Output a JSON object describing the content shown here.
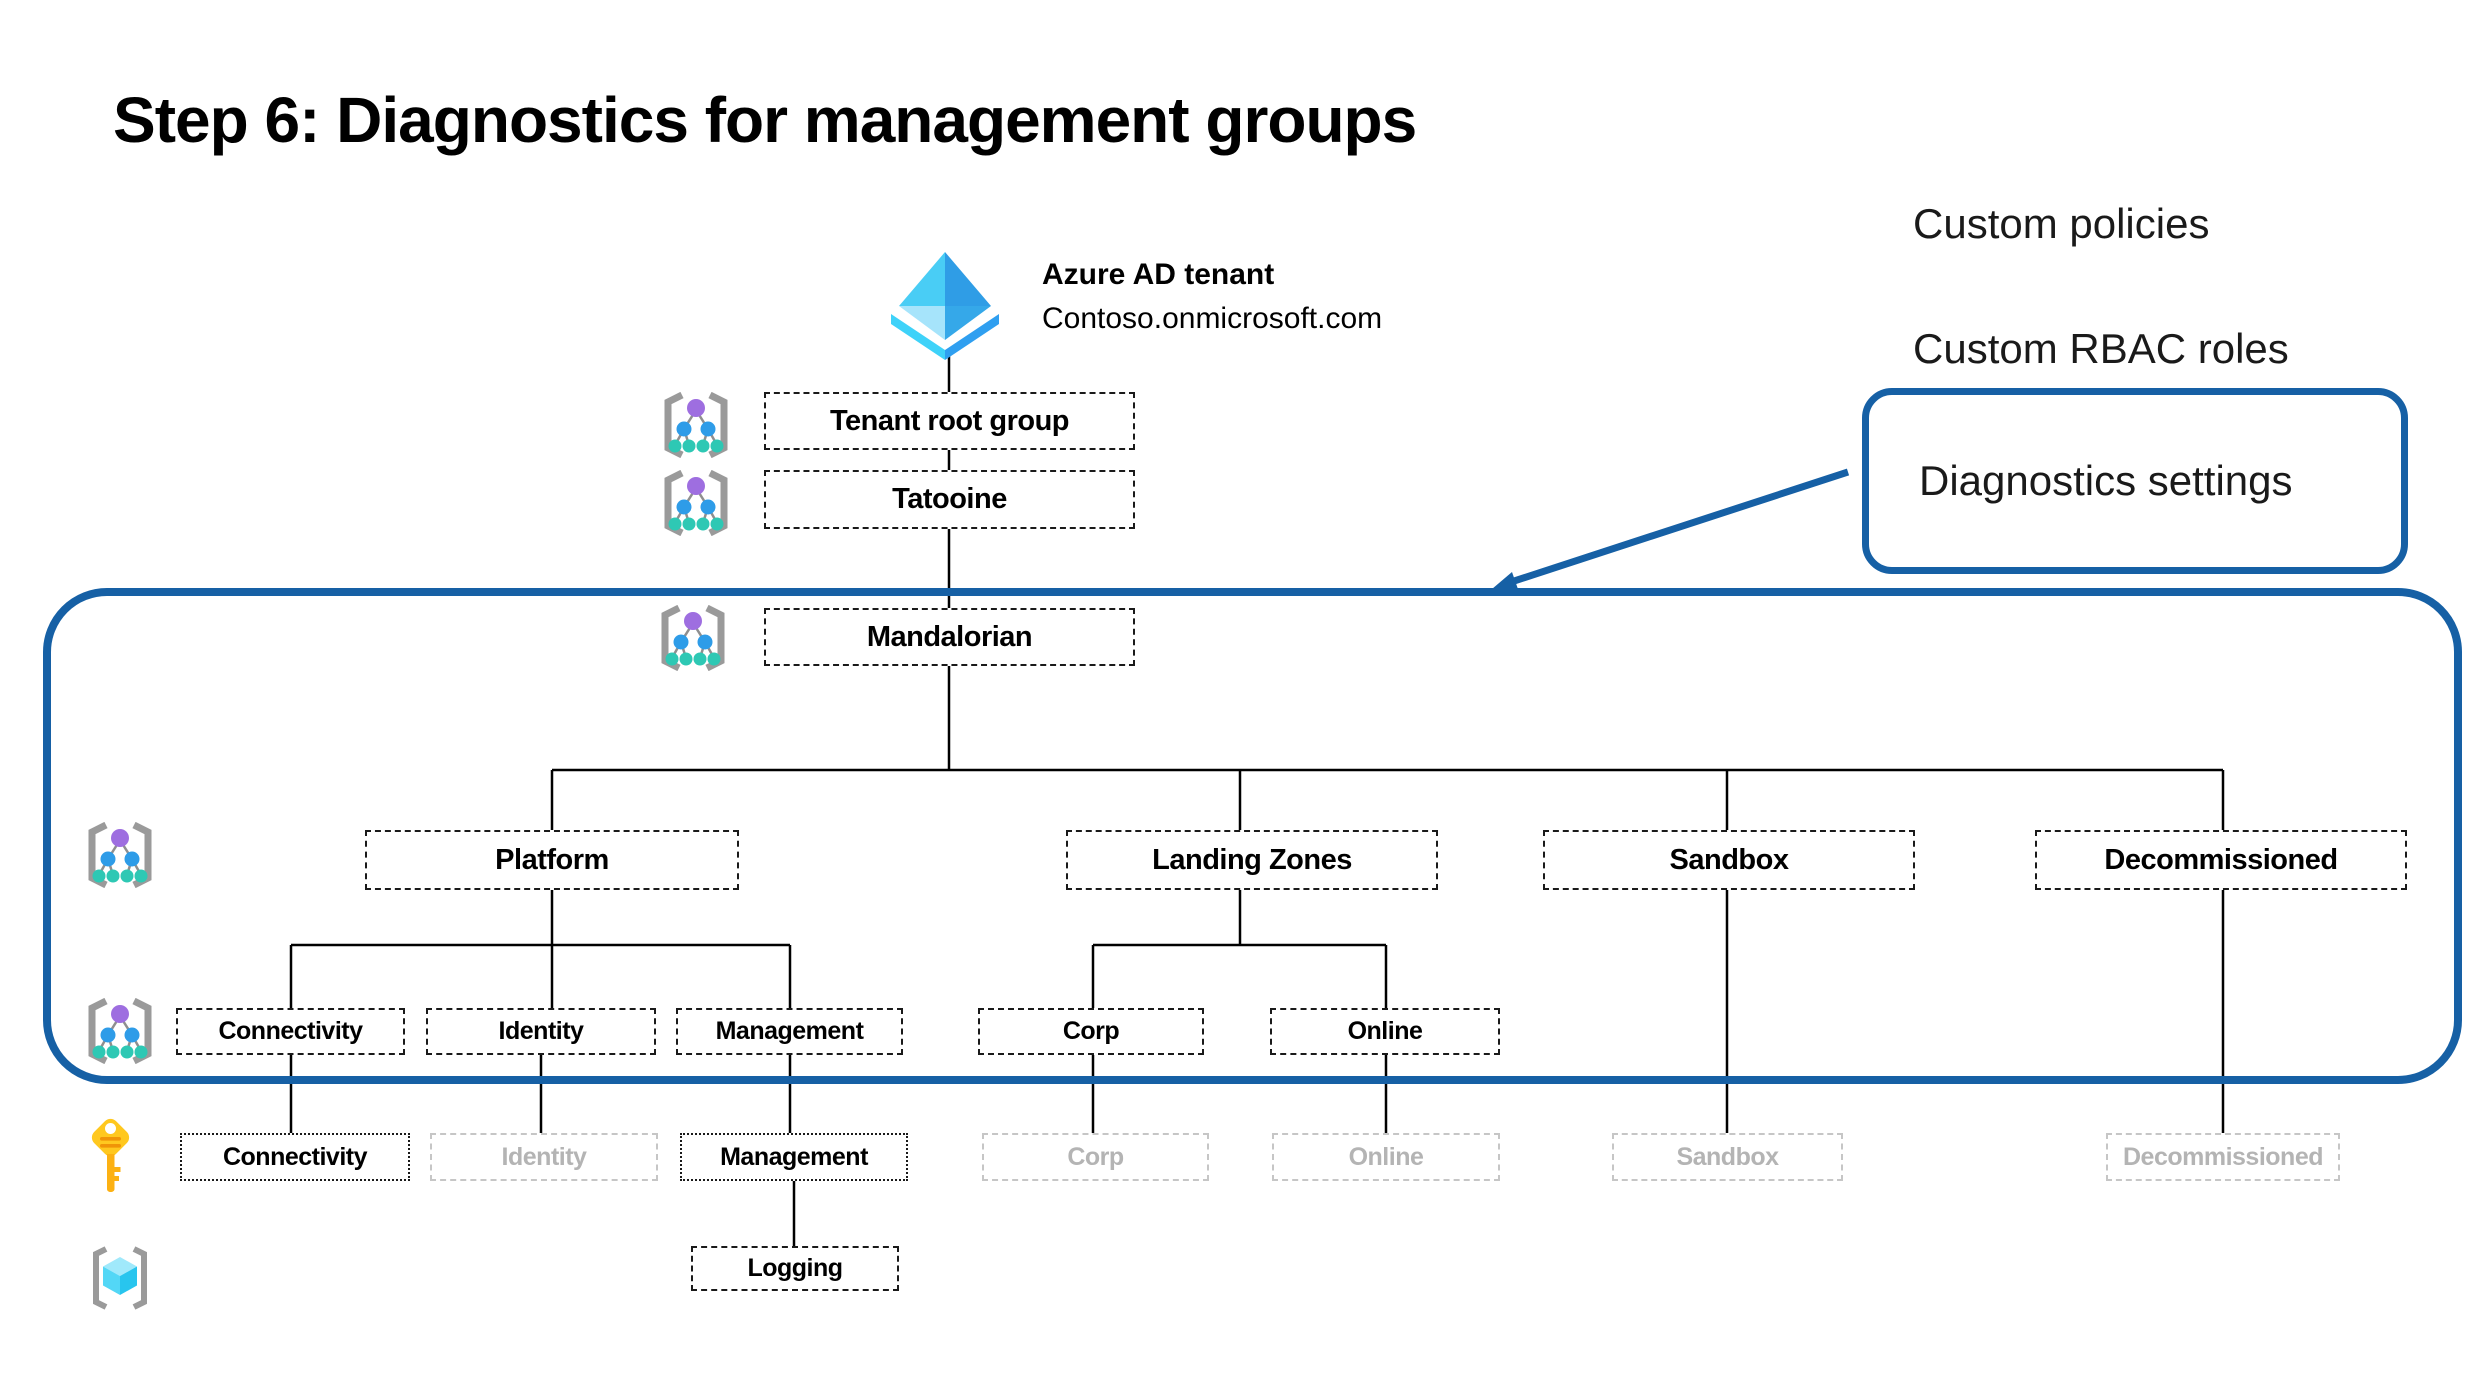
{
  "title": "Step 6: Diagnostics for management groups",
  "tenant": {
    "name": "Azure AD tenant",
    "domain": "Contoso.onmicrosoft.com"
  },
  "annotations": {
    "custom_policies": "Custom policies",
    "custom_rbac_roles": "Custom RBAC roles",
    "diagnostics_settings": "Diagnostics settings"
  },
  "management_groups": {
    "tenant_root_group": "Tenant root group",
    "intermediate_root": "Tatooine",
    "org_root": "Mandalorian",
    "level1": [
      "Platform",
      "Landing Zones",
      "Sandbox",
      "Decommissioned"
    ],
    "level2": [
      "Connectivity",
      "Identity",
      "Management",
      "Corp",
      "Online"
    ]
  },
  "subscriptions": [
    {
      "label": "Connectivity",
      "state": "active"
    },
    {
      "label": "Identity",
      "state": "inactive"
    },
    {
      "label": "Management",
      "state": "active"
    },
    {
      "label": "Corp",
      "state": "inactive"
    },
    {
      "label": "Online",
      "state": "inactive"
    },
    {
      "label": "Sandbox",
      "state": "inactive"
    },
    {
      "label": "Decommissioned",
      "state": "inactive"
    }
  ],
  "resource_groups": {
    "logging": "Logging"
  },
  "icons": {
    "tenant": "azure-ad-tenant-icon",
    "management_group": "management-group-icon",
    "subscription": "key-icon",
    "resource_group": "resource-group-cube-icon"
  },
  "colors": {
    "accent_blue": "#1660a5",
    "inactive_gray": "#b4b4b4",
    "bracket_gray": "#9a9a9a",
    "key_yellow": "#ffc31e",
    "cube_cyan": "#53d7f6",
    "node_purple": "#9e6ee0",
    "node_blue": "#2e9ce8",
    "node_teal": "#2ec8b4"
  }
}
